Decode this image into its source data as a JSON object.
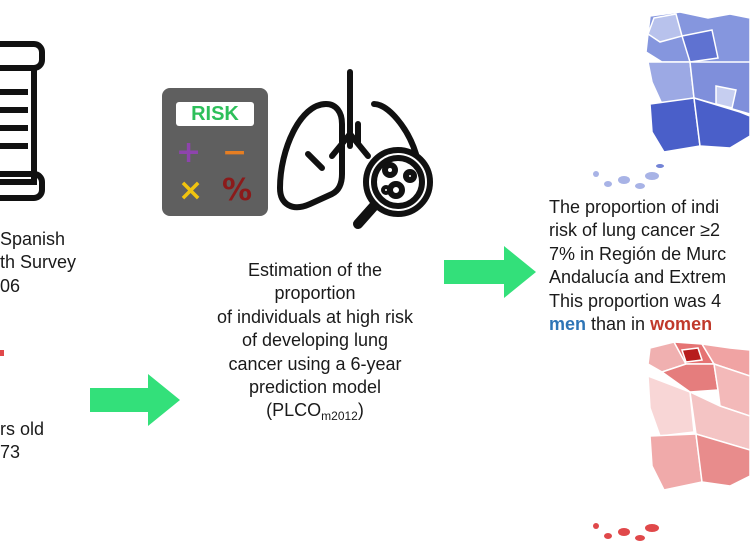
{
  "left": {
    "survey_lines": [
      "Spanish",
      "th Survey",
      "06"
    ],
    "age_lines": [
      "rs old",
      "73"
    ]
  },
  "center": {
    "lines": [
      "Estimation of the",
      "proportion",
      "of individuals at high risk",
      "of developing lung",
      "cancer using a 6-year",
      "prediction model"
    ],
    "model_prefix": "(PLCO",
    "model_sub": "m2012",
    "model_suffix": ")"
  },
  "calculator": {
    "screen_label": "RISK",
    "plus_symbol": "+",
    "minus_symbol": "−",
    "times_symbol": "×",
    "percent_symbol": "%",
    "colors": {
      "body": "#5f5f5f",
      "screen_text": "#2dbf5a",
      "plus": "#8e44ad",
      "minus": "#e67e22",
      "times": "#f1c40f",
      "percent": "#8b1a1a"
    }
  },
  "right": {
    "lines": [
      "The proportion of indi",
      "risk of lung cancer ≥2",
      "7% in Región de Murc",
      "Andalucía and Extrem",
      "This proportion was 4"
    ],
    "men_label": "men",
    "than_label": " than in ",
    "women_label": "women"
  },
  "colors": {
    "arrow": "#33e07a",
    "men": "#2e75b6",
    "women": "#c0392b",
    "map_blue": "#4a5fc9",
    "map_red": "#e0484a"
  }
}
